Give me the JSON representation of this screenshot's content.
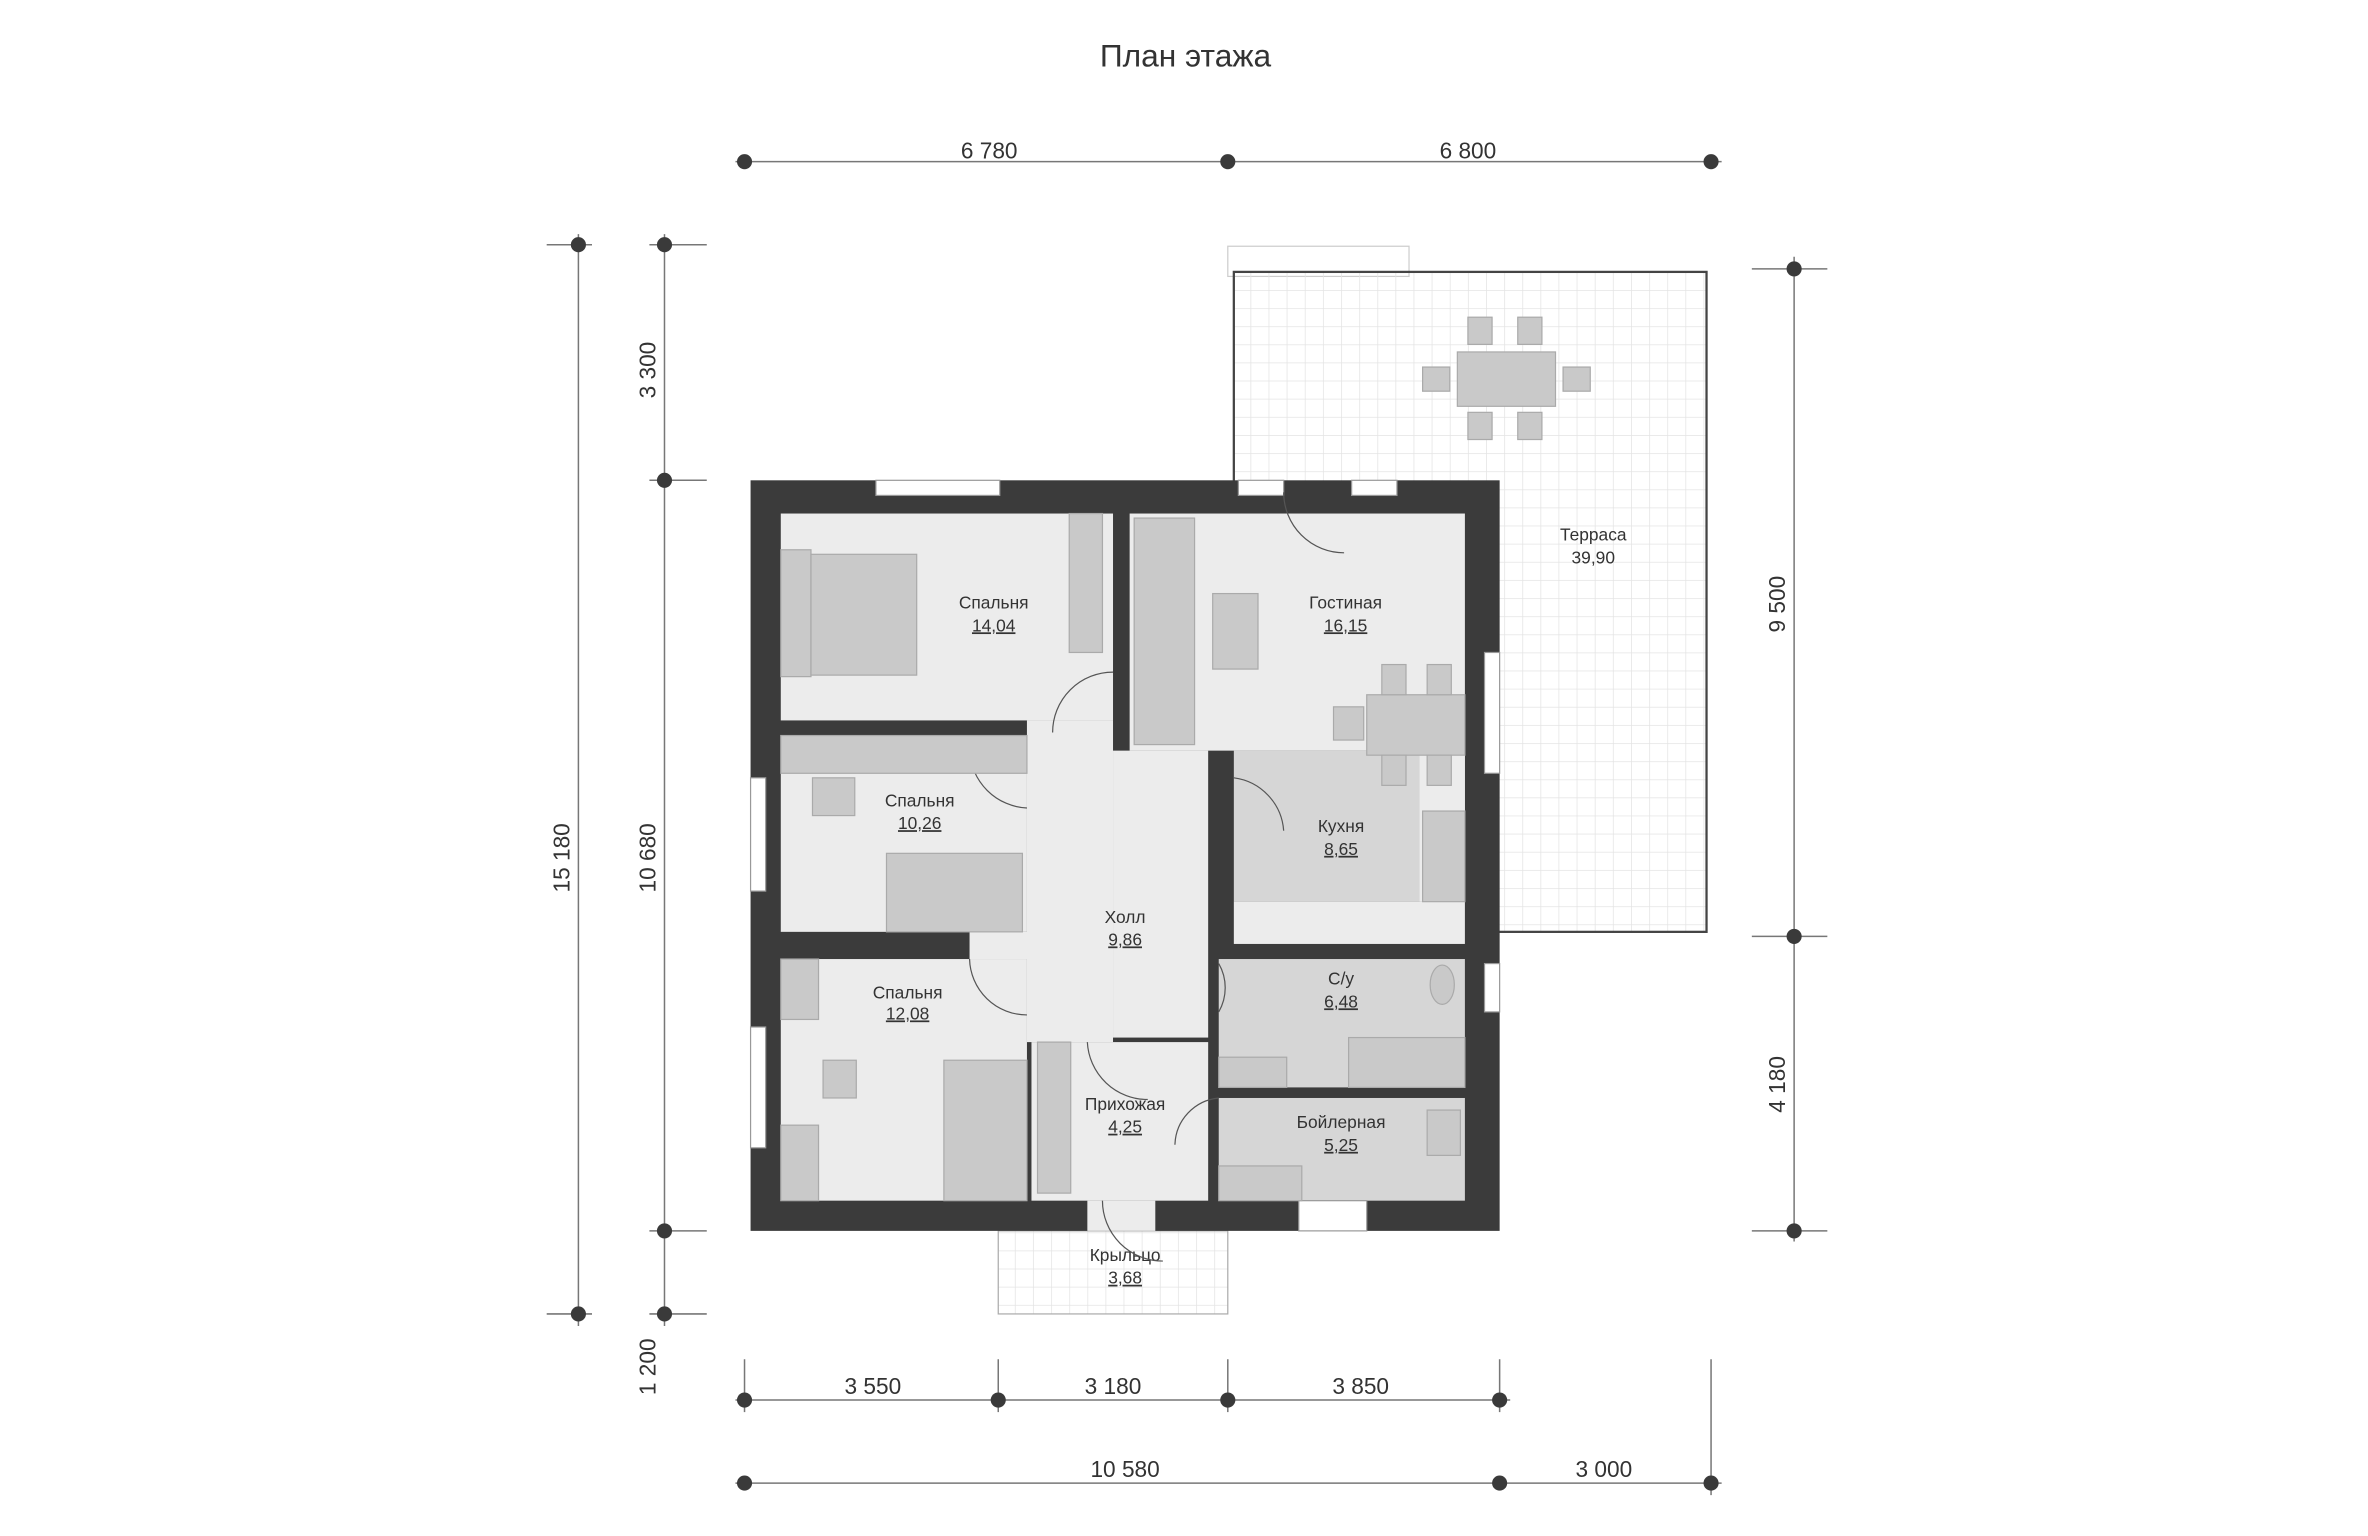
{
  "title": "План этажа",
  "dimensions": {
    "top": [
      "6 780",
      "6 800"
    ],
    "left_total": "15 180",
    "left_parts": [
      "3 300",
      "10 680",
      "1 200"
    ],
    "right_parts": [
      "9 500",
      "4 180"
    ],
    "bottom_parts": [
      "3 550",
      "3 180",
      "3 850"
    ],
    "bottom_total": [
      "10 580",
      "3 000"
    ]
  },
  "rooms": {
    "bedroom1": {
      "name": "Спальня",
      "area": "14,04"
    },
    "living": {
      "name": "Гостиная",
      "area": "16,15"
    },
    "bedroom2": {
      "name": "Спальня",
      "area": "10,26"
    },
    "kitchen": {
      "name": "Кухня",
      "area": "8,65"
    },
    "hall": {
      "name": "Холл",
      "area": "9,86"
    },
    "bedroom3": {
      "name": "Спальня",
      "area": "12,08"
    },
    "bathroom": {
      "name": "С/у",
      "area": "6,48"
    },
    "entry": {
      "name": "Прихожая",
      "area": "4,25"
    },
    "boiler": {
      "name": "Бойлерная",
      "area": "5,25"
    },
    "porch": {
      "name": "Крыльцо",
      "area": "3,68"
    },
    "terrace": {
      "name": "Терраса",
      "area": "39,90"
    }
  }
}
